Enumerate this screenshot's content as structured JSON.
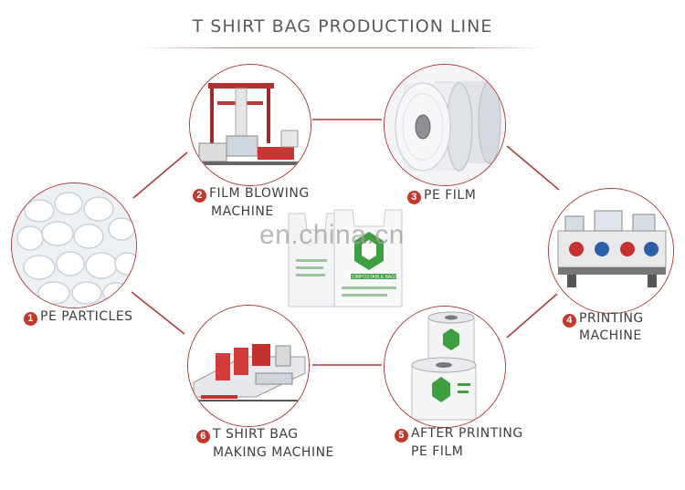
{
  "header": {
    "title": "T SHIRT BAG PRODUCTION LINE"
  },
  "steps": [
    {
      "num": "1",
      "line1": "PE PARTICLES",
      "line2": ""
    },
    {
      "num": "2",
      "line1": "FILM BLOWING",
      "line2": "MACHINE"
    },
    {
      "num": "3",
      "line1": "PE FILM",
      "line2": ""
    },
    {
      "num": "4",
      "line1": "PRINTING",
      "line2": "MACHINE"
    },
    {
      "num": "5",
      "line1": "AFTER PRINTING",
      "line2": "PE FILM"
    },
    {
      "num": "6",
      "line1": "T SHIRT BAG",
      "line2": "MAKING MACHINE"
    }
  ],
  "center": {
    "watermark": "en.china.cn",
    "bag_text": "COMPOSTABLE BAGS"
  },
  "colors": {
    "accent": "#c0392b",
    "line": "#a83a3a",
    "bag_green": "#3f9e3f"
  }
}
